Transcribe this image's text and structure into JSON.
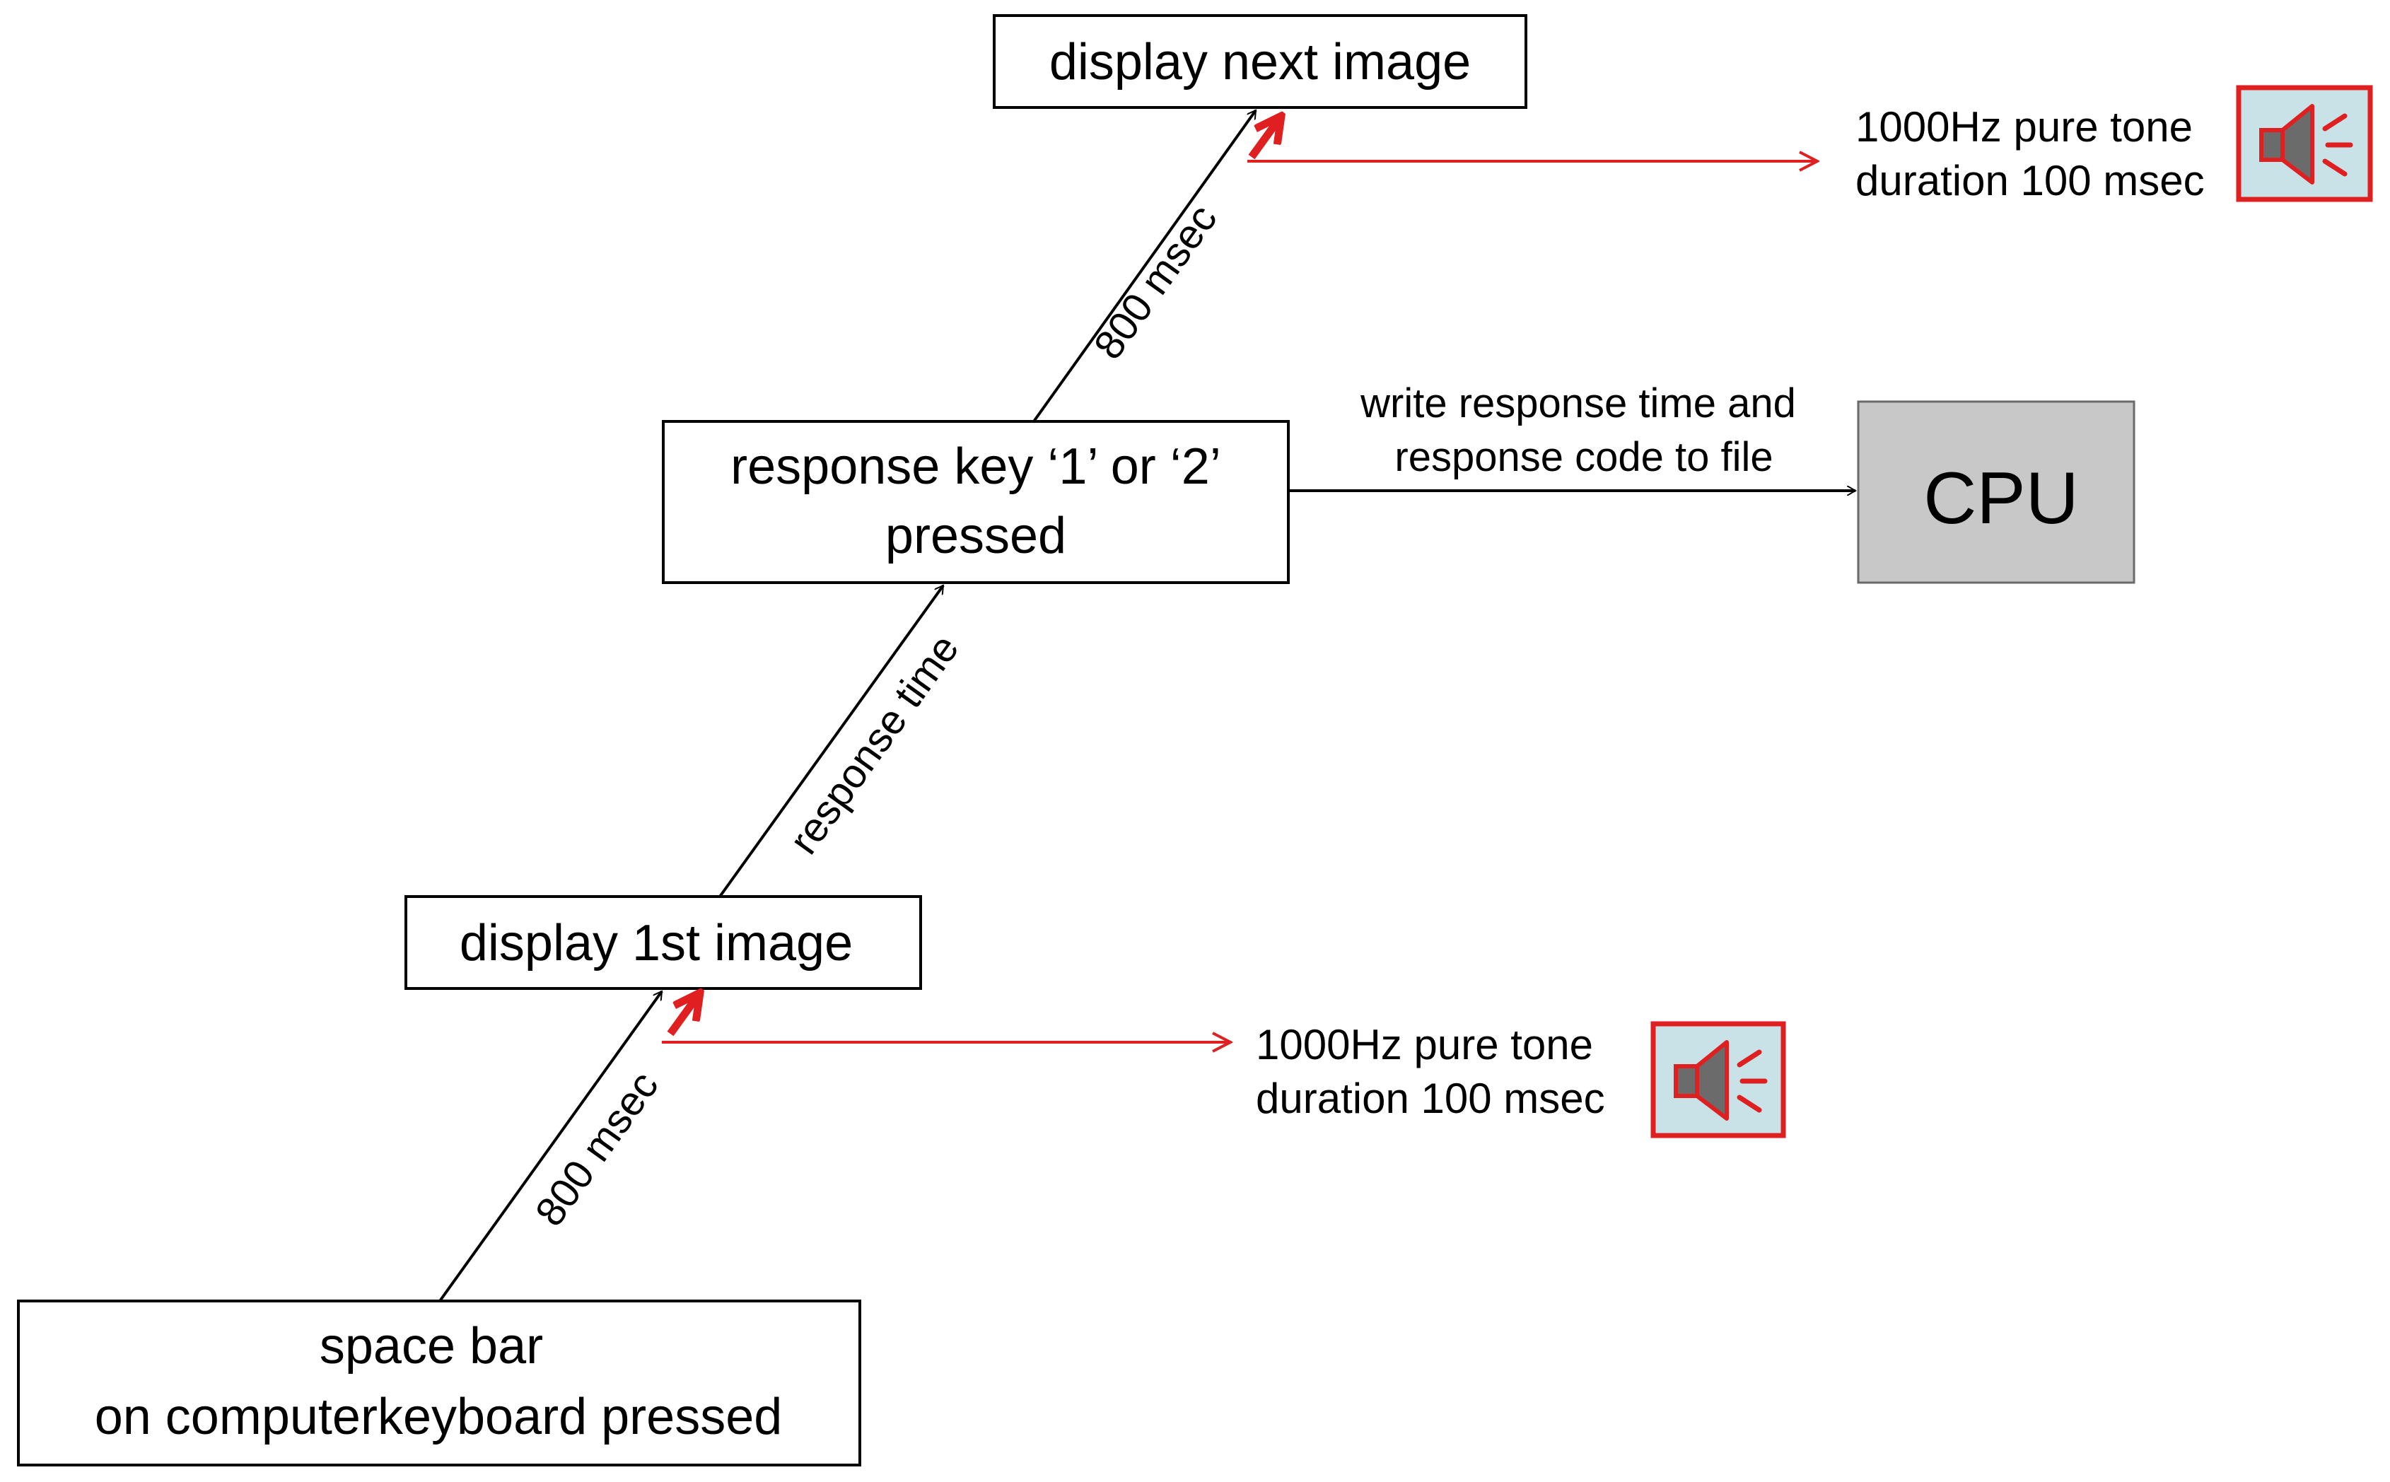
{
  "nodes": {
    "space_bar": {
      "line1": "space bar",
      "line2": "on computerkeyboard pressed"
    },
    "first_image": {
      "label": "display 1st image"
    },
    "response_key": {
      "line1": "response key ‘1’ or ‘2’",
      "line2": "pressed"
    },
    "next_image": {
      "label": "display next image"
    },
    "cpu": {
      "label": "CPU"
    }
  },
  "edges": {
    "first_delay": "800 msec",
    "response_time": "response time",
    "second_delay": "800 msec",
    "write_line1": "write response time and",
    "write_line2": "response code  to file"
  },
  "tones": {
    "lower": {
      "line1": "1000Hz pure tone",
      "line2": "duration 100 msec",
      "icon": "speaker-icon"
    },
    "upper": {
      "line1": "1000Hz pure tone",
      "line2": "duration 100 msec",
      "icon": "speaker-icon"
    }
  },
  "colors": {
    "red_arrow": "#e02020",
    "speaker_frame": "#e02020",
    "speaker_bg": "#c8e2e8",
    "speaker_body": "#6b6b6b",
    "cpu_fill": "#c8c8c8"
  }
}
